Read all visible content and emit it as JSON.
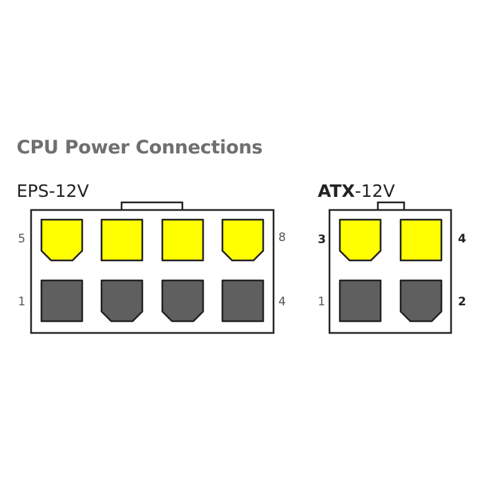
{
  "title": "CPU Power Connections",
  "colors": {
    "title": "#6f6f6f",
    "pin_12v": "#ffff00",
    "pin_ground": "#5f5f5f",
    "outline": "#222222",
    "housing": "#ffffff"
  },
  "connectors": [
    {
      "name": "EPS-12V",
      "label_parts": [
        "",
        "EPS-12V"
      ],
      "row_labels": {
        "top_left": "5",
        "top_right": "8",
        "bottom_left": "1",
        "bottom_right": "4"
      },
      "top_row": [
        {
          "type": "12v",
          "shape": "rounded-bottom"
        },
        {
          "type": "12v",
          "shape": "square"
        },
        {
          "type": "12v",
          "shape": "square"
        },
        {
          "type": "12v",
          "shape": "rounded-bottom"
        }
      ],
      "bottom_row": [
        {
          "type": "ground",
          "shape": "square"
        },
        {
          "type": "ground",
          "shape": "rounded-bottom"
        },
        {
          "type": "ground",
          "shape": "rounded-bottom"
        },
        {
          "type": "ground",
          "shape": "square"
        }
      ]
    },
    {
      "name": "ATX-12V",
      "label_parts": [
        "ATX",
        "-12V"
      ],
      "row_labels": {
        "top_left": "3",
        "top_right": "4",
        "bottom_left": "1",
        "bottom_right": "2"
      },
      "top_row": [
        {
          "type": "12v",
          "shape": "rounded-bottom"
        },
        {
          "type": "12v",
          "shape": "square"
        }
      ],
      "bottom_row": [
        {
          "type": "ground",
          "shape": "square"
        },
        {
          "type": "ground",
          "shape": "rounded-bottom"
        }
      ]
    }
  ]
}
